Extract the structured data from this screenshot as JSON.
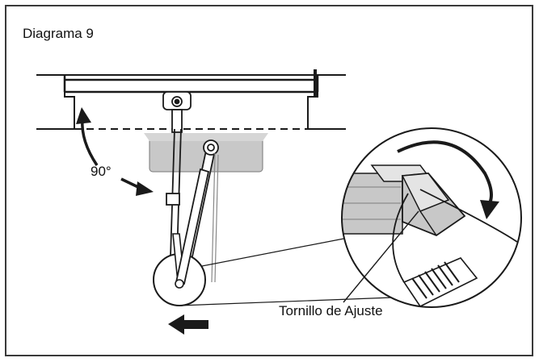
{
  "diagram": {
    "title": "Diagrama 9",
    "angle_label": "90°",
    "callout_label": "Tornillo de Ajuste"
  },
  "colors": {
    "line": "#1a1a1a",
    "gray_fill": "#c8c8c8",
    "light_gray": "#e4e4e4",
    "dark_gray": "#8a8a8a"
  }
}
